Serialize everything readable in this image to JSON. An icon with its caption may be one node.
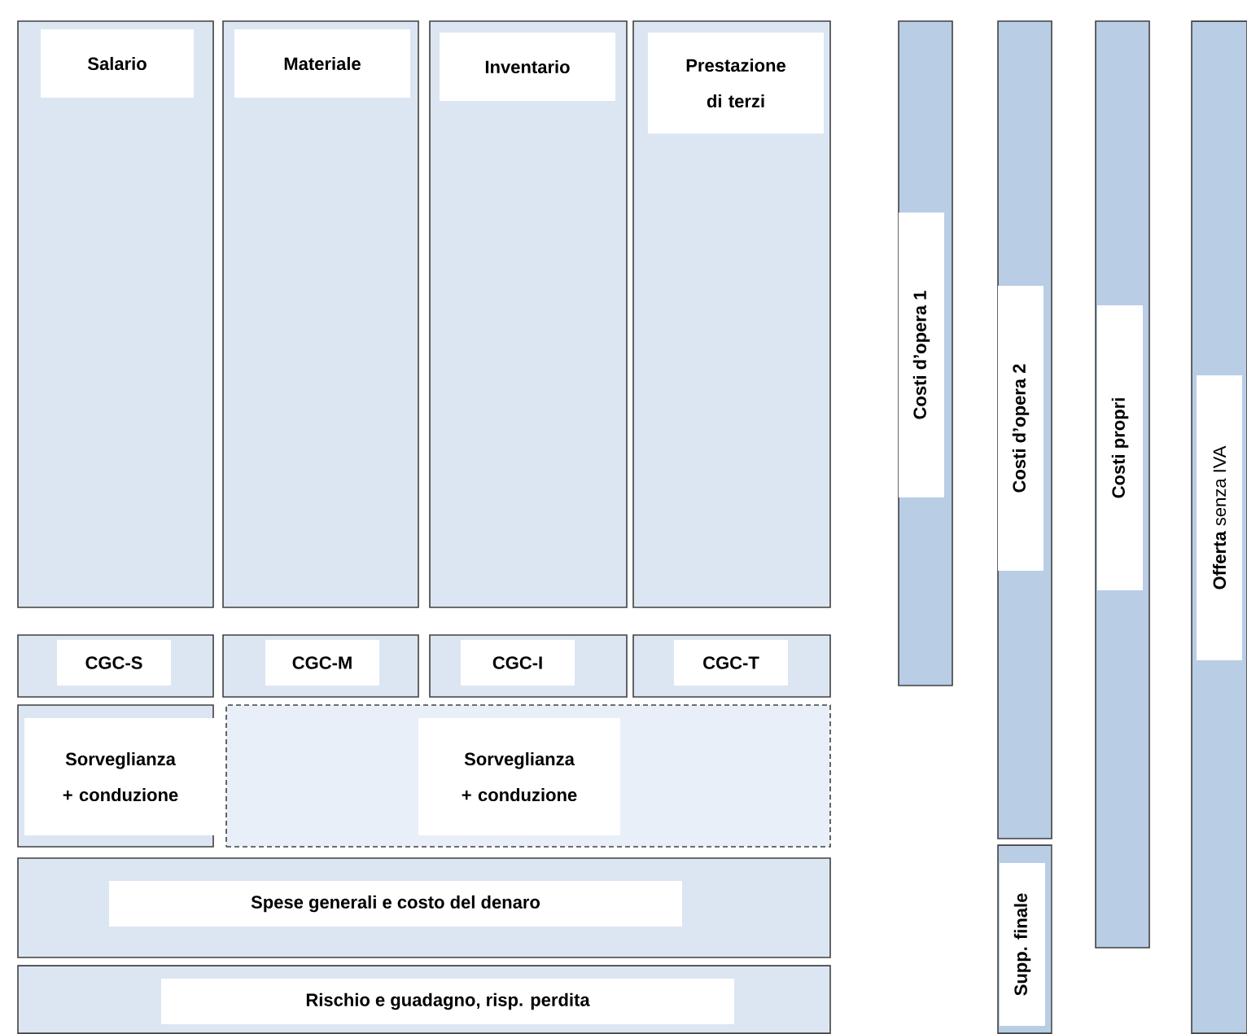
{
  "diagram": {
    "nodes": [
      {
        "text": [
          "Salario"
        ]
      },
      {
        "text": [
          "Materiale"
        ]
      },
      {
        "text": [
          "Inventario"
        ]
      },
      {
        "text": [
          "Prestazione di terzi"
        ]
      },
      {
        "text": [
          "CGC-S"
        ]
      },
      {
        "text": [
          "CGC-M"
        ]
      },
      {
        "text": [
          "CGC-I"
        ]
      },
      {
        "text": [
          "CGC-T"
        ]
      },
      {
        "text": [
          "Sorveglianza + conduzione"
        ]
      },
      {
        "text": [
          "Sorveglianza + conduzione"
        ]
      },
      {
        "text": [
          "Spese generali e costo del denaro"
        ]
      },
      {
        "text": [
          "Rischio e guadagno, risp. perdita"
        ]
      },
      {
        "text": [
          "Costi d’opera 1"
        ]
      },
      {
        "text": [
          "Costi d’opera 2"
        ]
      },
      {
        "text": [
          "Supp. finale"
        ]
      },
      {
        "text": [
          "Costi propri"
        ]
      },
      {
        "text": [
          "**Offerta** senza IVA"
        ]
      }
    ]
  }
}
